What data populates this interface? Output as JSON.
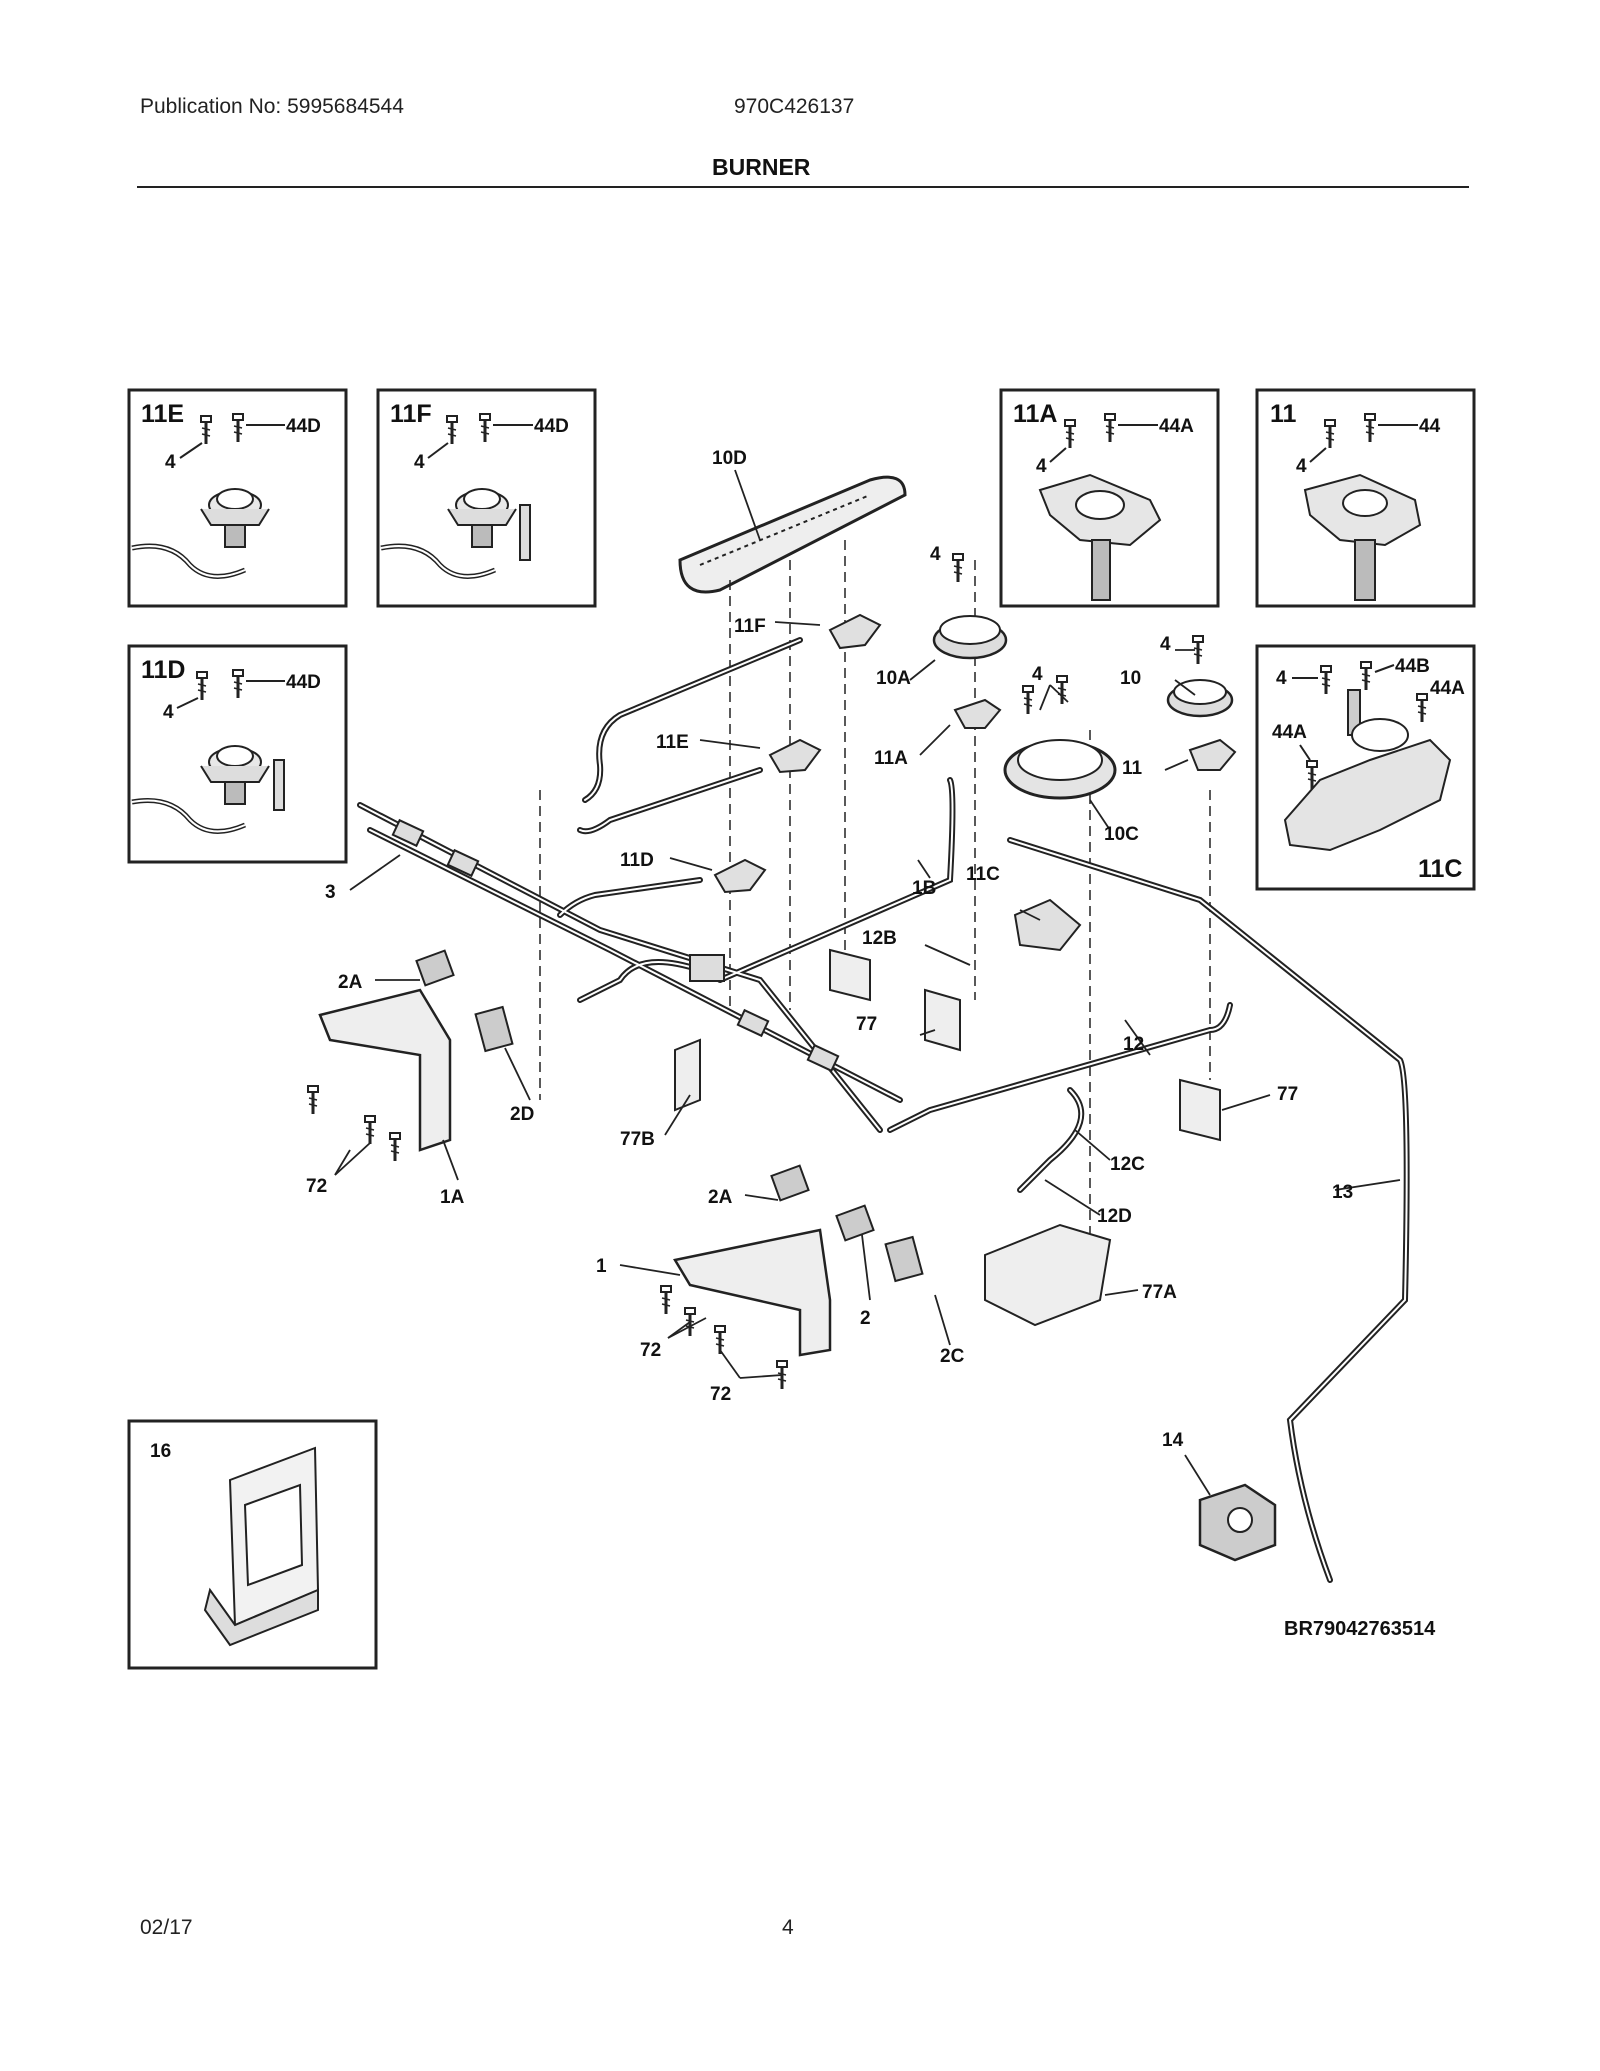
{
  "header": {
    "publication": "Publication No: 5995684544",
    "model": "970C426137",
    "section_title": "BURNER"
  },
  "inset_boxes": [
    {
      "title": "11E",
      "labels": [
        "4",
        "44D"
      ]
    },
    {
      "title": "11F",
      "labels": [
        "4",
        "44D"
      ]
    },
    {
      "title": "11A",
      "labels": [
        "4",
        "44A"
      ]
    },
    {
      "title": "11",
      "labels": [
        "4",
        "44"
      ]
    },
    {
      "title": "11D",
      "labels": [
        "4",
        "44D"
      ]
    },
    {
      "title": "11C",
      "labels": [
        "4",
        "44B",
        "44A",
        "44A"
      ]
    },
    {
      "title": "16",
      "labels": []
    }
  ],
  "callouts": {
    "c10D": "10D",
    "c11F": "11F",
    "c11E": "11E",
    "c11D": "11D",
    "c4a": "4",
    "c10A": "10A",
    "c11A": "11A",
    "c4b": "4",
    "c10C": "10C",
    "c4c": "4",
    "c10": "10",
    "c11": "11",
    "c1B": "1B",
    "c11C": "11C",
    "c12B": "12B",
    "c77a": "77",
    "c12": "12",
    "c77b": "77",
    "c3": "3",
    "c2A1": "2A",
    "c2D": "2D",
    "c77B": "77B",
    "c72a": "72",
    "c1A": "1A",
    "c2A2": "2A",
    "c12C": "12C",
    "c12D": "12D",
    "c13": "13",
    "c1": "1",
    "c2": "2",
    "c77A": "77A",
    "c72b": "72",
    "c72c": "72",
    "c2C": "2C",
    "c14": "14"
  },
  "diagram_code": "BR79042763514",
  "footer": {
    "date": "02/17",
    "page": "4"
  }
}
